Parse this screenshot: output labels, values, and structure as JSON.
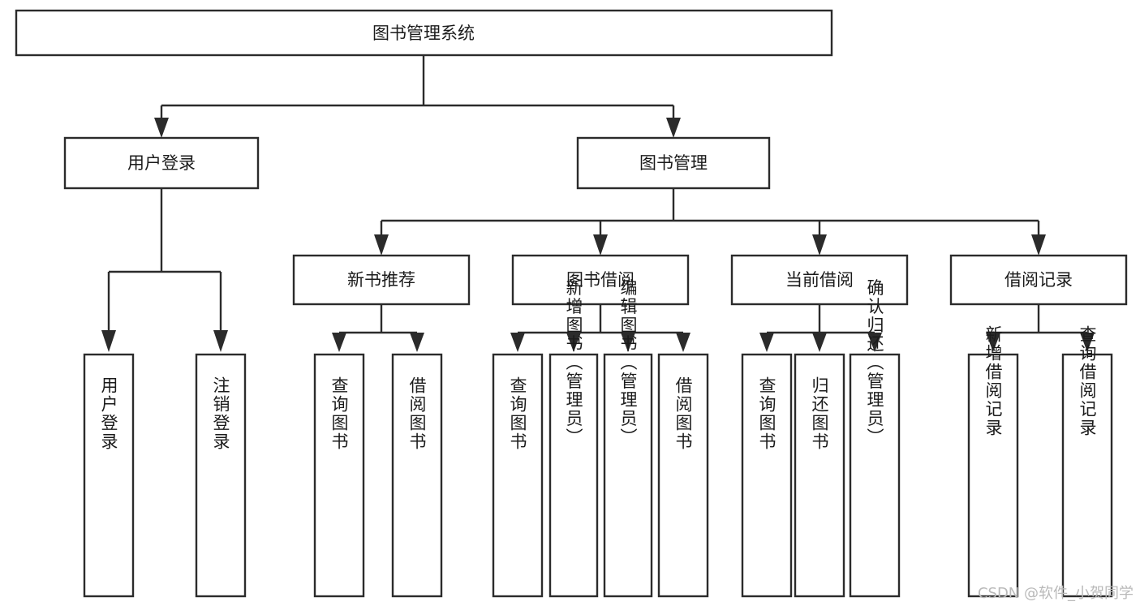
{
  "diagram": {
    "type": "tree-hierarchy",
    "title": "图书管理系统",
    "watermark": "CSDN @软件_小贺同学",
    "colors": {
      "stroke": "#2b2b2b",
      "fill": "#ffffff",
      "text": "#1b1b1b",
      "watermark": "#b9b9b9"
    },
    "levels": {
      "root": {
        "label": "图书管理系统",
        "orientation": "horizontal"
      },
      "level1": [
        {
          "id": "user-login",
          "label": "用户登录",
          "orientation": "horizontal"
        },
        {
          "id": "book-management",
          "label": "图书管理",
          "orientation": "horizontal"
        }
      ],
      "level2": [
        {
          "id": "new-book-recommend",
          "label": "新书推荐",
          "orientation": "horizontal",
          "parent": "book-management"
        },
        {
          "id": "book-borrow",
          "label": "图书借阅",
          "orientation": "horizontal",
          "parent": "book-management"
        },
        {
          "id": "current-borrow",
          "label": "当前借阅",
          "orientation": "horizontal",
          "parent": "book-management"
        },
        {
          "id": "borrow-record",
          "label": "借阅记录",
          "orientation": "horizontal",
          "parent": "book-management"
        }
      ],
      "leaves": [
        {
          "id": "leaf-user-login",
          "label": "用户登录",
          "orientation": "vertical",
          "parent": "user-login"
        },
        {
          "id": "leaf-user-logout",
          "label": "注销登录",
          "orientation": "vertical",
          "parent": "user-login"
        },
        {
          "id": "leaf-query-book-1",
          "label": "查询图书",
          "orientation": "vertical",
          "parent": "new-book-recommend"
        },
        {
          "id": "leaf-borrow-book-1",
          "label": "借阅图书",
          "orientation": "vertical",
          "parent": "new-book-recommend"
        },
        {
          "id": "leaf-query-book-2",
          "label": "查询图书",
          "orientation": "vertical",
          "parent": "book-borrow"
        },
        {
          "id": "leaf-add-book",
          "label": "新增图书（管理员）",
          "orientation": "vertical",
          "parent": "book-borrow"
        },
        {
          "id": "leaf-edit-book",
          "label": "编辑图书（管理员）",
          "orientation": "vertical",
          "parent": "book-borrow"
        },
        {
          "id": "leaf-borrow-book-2",
          "label": "借阅图书",
          "orientation": "vertical",
          "parent": "book-borrow"
        },
        {
          "id": "leaf-query-book-3",
          "label": "查询图书",
          "orientation": "vertical",
          "parent": "current-borrow"
        },
        {
          "id": "leaf-return-book",
          "label": "归还图书",
          "orientation": "vertical",
          "parent": "current-borrow"
        },
        {
          "id": "leaf-confirm-return",
          "label": "确认归还（管理员）",
          "orientation": "vertical",
          "parent": "current-borrow"
        },
        {
          "id": "leaf-add-record",
          "label": "新增借阅记录",
          "orientation": "vertical",
          "parent": "borrow-record"
        },
        {
          "id": "leaf-query-record",
          "label": "查询借阅记录",
          "orientation": "vertical",
          "parent": "borrow-record"
        }
      ]
    }
  }
}
